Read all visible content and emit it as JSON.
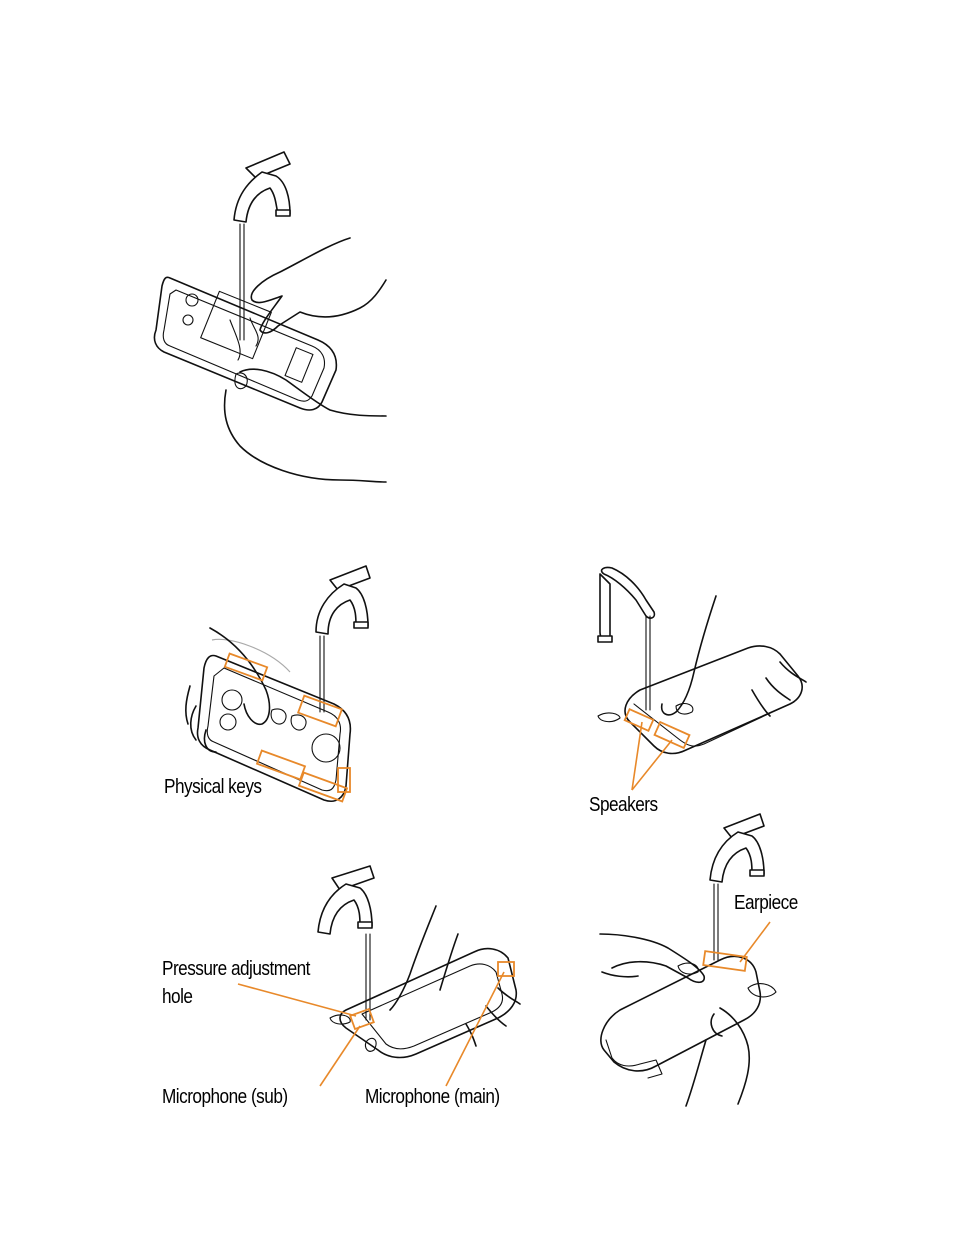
{
  "figures": [
    {
      "id": "rinse-back-cover",
      "labels": []
    },
    {
      "id": "rinse-physical-keys",
      "labels": [
        "Physical keys"
      ]
    },
    {
      "id": "rinse-speakers",
      "labels": [
        "Speakers"
      ]
    },
    {
      "id": "rinse-bottom",
      "labels": [
        "Pressure adjustment hole",
        "Microphone (sub)",
        "Microphone (main)"
      ]
    },
    {
      "id": "rinse-earpiece",
      "labels": [
        "Earpiece"
      ]
    }
  ],
  "labels": {
    "physical_keys": "Physical keys",
    "speakers": "Speakers",
    "pressure_line1": "Pressure adjustment",
    "pressure_line2": "hole",
    "mic_sub": "Microphone (sub)",
    "mic_main": "Microphone (main)",
    "earpiece": "Earpiece"
  },
  "colors": {
    "highlight": "#e8892a",
    "ink": "#111111"
  }
}
